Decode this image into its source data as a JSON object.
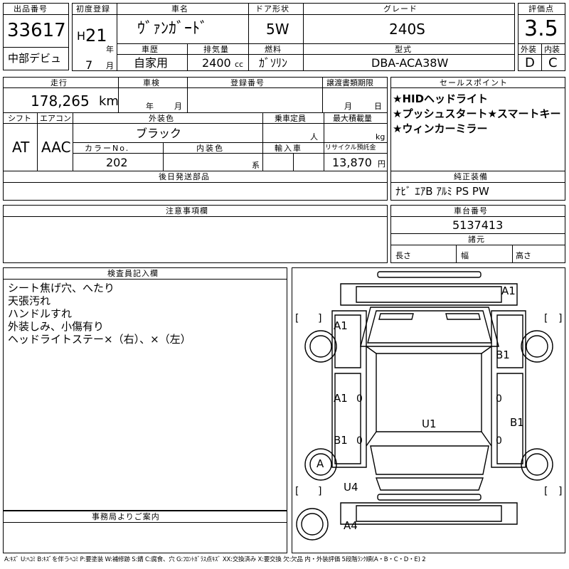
{
  "header": {
    "lot_label": "出品番号",
    "lot_number": "33617",
    "debut": "中部デビュ",
    "first_reg_label": "初度登録",
    "era": "H",
    "year": "21",
    "year_unit": "年",
    "month": "7",
    "month_unit": "月",
    "car_name_label": "車名",
    "car_name": "ｳﾞｧﾝｶﾞｰﾄﾞ",
    "door_label": "ドア形状",
    "door": "5W",
    "grade_label": "グレード",
    "grade": "240S",
    "rating_label": "評価点",
    "rating": "3.5",
    "history_label": "車歴",
    "history": "自家用",
    "displacement_label": "排気量",
    "displacement": "2400",
    "displacement_unit": "cc",
    "fuel_label": "燃料",
    "fuel": "ｶﾞｿﾘﾝ",
    "model_label": "型式",
    "model": "DBA-ACA38W",
    "exterior_label": "外装",
    "exterior": "D",
    "interior_label": "内装",
    "interior": "C"
  },
  "info": {
    "mileage_label": "走行",
    "mileage": "178,265",
    "mileage_unit": "km",
    "inspection_label": "車検",
    "inspection_year": "年",
    "inspection_month": "月",
    "reg_no_label": "登録番号",
    "transfer_label": "譲渡書類期限",
    "transfer_month": "月",
    "transfer_day": "日",
    "shift_label": "シフト",
    "shift": "AT",
    "ac_label": "エアコン",
    "ac": "AAC",
    "color_label": "外装色",
    "color": "ブラック",
    "capacity_label": "乗車定員",
    "capacity_unit": "人",
    "load_label": "最大積載量",
    "load_unit": "kg",
    "color_no_label": "カラーNo.",
    "color_no": "202",
    "int_color_label": "内装色",
    "int_color_unit": "系",
    "import_label": "輸入車",
    "recycle_label": "リサイクル預託金",
    "recycle": "13,870",
    "recycle_unit": "円",
    "later_parts_label": "後日発送部品",
    "notice_label": "注意事項欄",
    "inspector_label": "検査員記入欄",
    "office_label": "事務局よりご案内"
  },
  "sales": {
    "label": "セールスポイント",
    "lines": [
      "★HIDヘッドライト",
      "★プッシュスタート★スマートキー",
      "★ウィンカーミラー"
    ]
  },
  "equipment": {
    "label": "純正装備",
    "value": "ﾅﾋﾞ ｴｱB ｱﾙﾐ PS PW"
  },
  "chassis": {
    "label": "車台番号",
    "value": "5137413"
  },
  "dims": {
    "label": "諸元",
    "length": "長さ",
    "width": "幅",
    "height": "高さ"
  },
  "inspector_notes": [
    "シート焦げ穴、へたり",
    "天張汚れ",
    "ハンドルすれ",
    "外装しみ、小傷有り",
    "ヘッドライトステー×（右）、×（左）"
  ],
  "diagram": {
    "bracket": "[",
    "bracket_close": "]",
    "gauge": "0",
    "marks": [
      "A1",
      "A1",
      "B1",
      "A1",
      "B1",
      "U1",
      "B1",
      "A",
      "U4",
      "A4"
    ]
  },
  "legend": "A:ｷｽﾞ U:ﾍｺﾐ B:ｷｽﾞを伴うﾍｺﾐ P:要塗装 W:補修跡 S:錆 C:腐食、穴 G:ﾌﾛﾝﾄｶﾞﾗｽ点ｷｽﾞ XX:交換済み X:要交換 欠:欠品 内・外装評価 5段階ﾗﾝｸ順(A・B・C・D・E) 2"
}
